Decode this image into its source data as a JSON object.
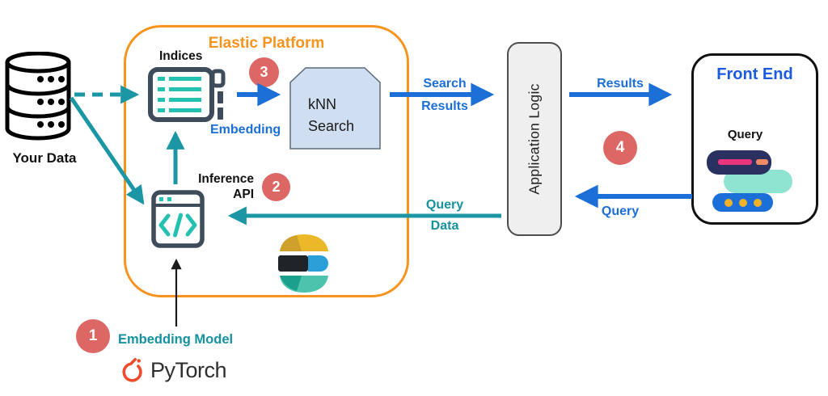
{
  "your_data": {
    "label": "Your Data"
  },
  "platform": {
    "title": "Elastic Platform",
    "indices_label": "Indices",
    "knn": [
      "kNN",
      "Search"
    ],
    "embedding_label": "Embedding",
    "inference": [
      "Inference",
      "API"
    ]
  },
  "badges": {
    "b1": "1",
    "b2": "2",
    "b3": "3",
    "b4": "4"
  },
  "flows": {
    "search_results": [
      "Search",
      "Results"
    ],
    "results": "Results",
    "query": "Query",
    "query_data": [
      "Query",
      "Data"
    ]
  },
  "app_logic": {
    "label": "Application Logic"
  },
  "front_end": {
    "title": "Front End",
    "query_label": "Query"
  },
  "footer": {
    "embedding_model": "Embedding Model",
    "pytorch": "PyTorch"
  },
  "colors": {
    "platform_orange": "#f7941e",
    "flow_blue": "#1b6fd6",
    "flow_teal": "#1b96a5",
    "teal_text": "#15929e",
    "icon_teal": "#25c1b0",
    "icon_stroke": "#3e4b5a",
    "badge_red": "#dc6765",
    "knn_fill": "#cfdff1",
    "applogic_fill": "#efefef",
    "frontend_blue_title": "#1b5be0",
    "query_navy": "#2a3060",
    "query_pink": "#e8357d",
    "query_salmon": "#f08a66",
    "query_mint": "#8fe3d1",
    "query_blue": "#1b6fd6",
    "query_dot_yellow": "#f0b229",
    "elastic_yellow": "#eab829",
    "elastic_gold": "#cfa02c",
    "elastic_black": "#1f2428",
    "elastic_blue": "#2a9fd8",
    "elastic_teal": "#4cc3ac",
    "elastic_teal_dark": "#1ba08e",
    "pytorch_orange": "#ee4c2c"
  }
}
